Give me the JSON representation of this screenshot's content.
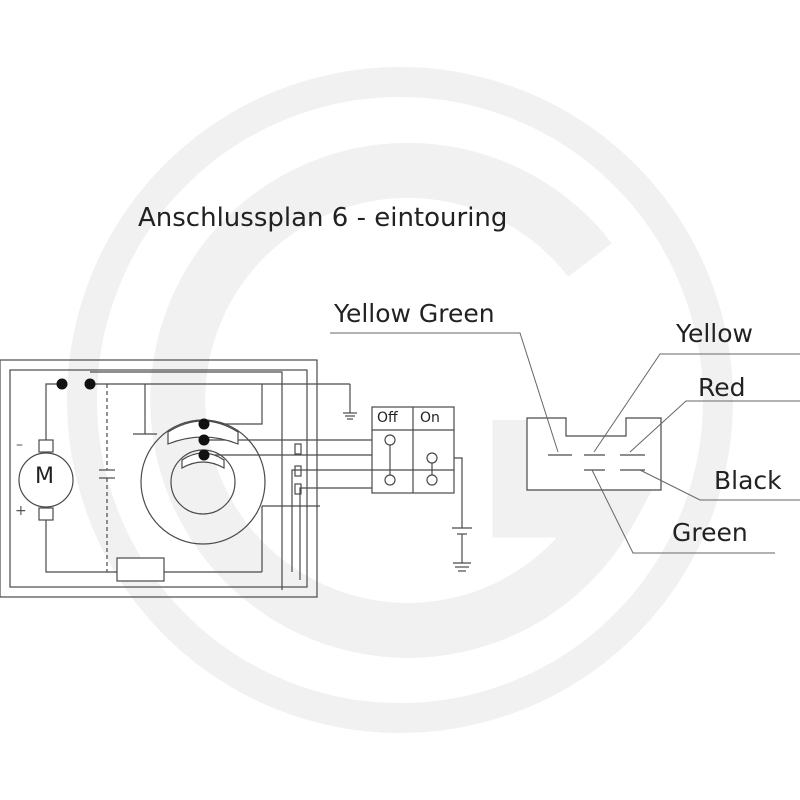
{
  "diagram": {
    "title": "Anschlussplan 6 - eintouring",
    "motor_label": "M",
    "polarity": {
      "minus": "–",
      "plus": "+"
    },
    "switch": {
      "off_label": "Off",
      "on_label": "On"
    },
    "wires": {
      "yellow_green": "Yellow Green",
      "yellow": "Yellow",
      "red": "Red",
      "black": "Black",
      "green": "Green"
    },
    "colors": {
      "line": "#4a4a4a",
      "watermark": "#f1f1f1",
      "text": "#222222"
    }
  }
}
